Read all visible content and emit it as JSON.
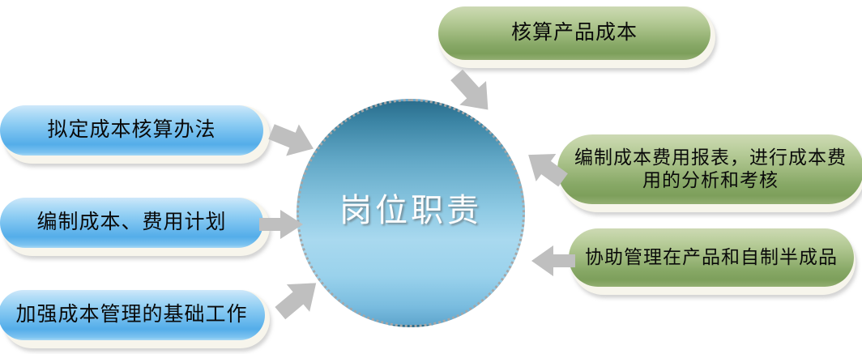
{
  "diagram": {
    "type": "hub-and-spoke",
    "title": "岗位职责",
    "center": {
      "label": "岗位职责",
      "shape": "circle",
      "fill_top": "#2b6e8d",
      "fill_bottom": "#a9d9ef",
      "text_color": "#fdfdfd",
      "border_style": "dotted",
      "border_color": "#a6a6a6"
    },
    "nodes": [
      {
        "id": "node-top",
        "label": "核算产品成本",
        "color": "green",
        "accent": "#9db87c",
        "side": "top",
        "lines": 1
      },
      {
        "id": "node-left-1",
        "label": "拟定成本核算办法",
        "color": "blue",
        "accent": "#6fbcee",
        "side": "left",
        "lines": 1
      },
      {
        "id": "node-left-2",
        "label": "编制成本、费用计划",
        "color": "blue",
        "accent": "#6fbcee",
        "side": "left",
        "lines": 1
      },
      {
        "id": "node-left-3",
        "label": "加强成本管理的基础工作",
        "color": "blue",
        "accent": "#6fbcee",
        "side": "left",
        "lines": 1
      },
      {
        "id": "node-right-1",
        "label": "编制成本费用报表，进行成本费用的分析和考核",
        "color": "green",
        "accent": "#9db87c",
        "side": "right",
        "lines": 2
      },
      {
        "id": "node-right-2",
        "label": "协助管理在产品和自制半成品",
        "color": "green",
        "accent": "#9db87c",
        "side": "right",
        "lines": 2
      }
    ],
    "arrows": [
      {
        "id": "arrow-top",
        "from": "node-top",
        "to": "center",
        "direction": "down-left"
      },
      {
        "id": "arrow-left-1",
        "from": "node-left-1",
        "to": "center",
        "direction": "down-right"
      },
      {
        "id": "arrow-left-2",
        "from": "node-left-2",
        "to": "center",
        "direction": "right"
      },
      {
        "id": "arrow-left-3",
        "from": "node-left-3",
        "to": "center",
        "direction": "up-right"
      },
      {
        "id": "arrow-right-1",
        "from": "node-right-1",
        "to": "center",
        "direction": "down-left"
      },
      {
        "id": "arrow-right-2",
        "from": "node-right-2",
        "to": "center",
        "direction": "left"
      }
    ],
    "arrow_color": "#bfbfbf"
  }
}
